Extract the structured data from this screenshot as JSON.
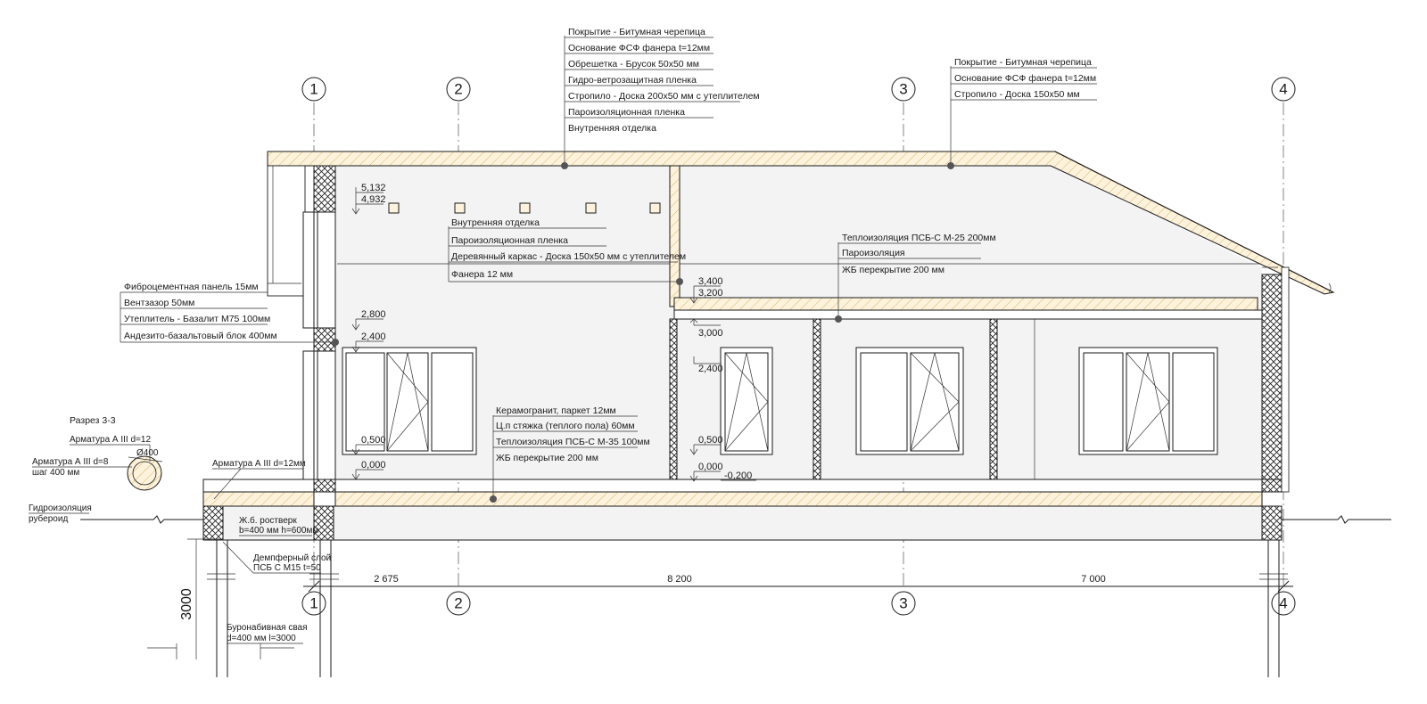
{
  "axes": [
    "1",
    "2",
    "3",
    "4"
  ],
  "roof_left": {
    "items": [
      "Покрытие - Битумная черепица",
      "Основание ФСФ фанера  t=12мм",
      "Обрешетка - Брусок 50х50 мм",
      "Гидро-ветрозащитная пленка",
      "Стропило - Доска 200х50 мм с утеплителем",
      "Пароизоляционная пленка",
      "Внутренняя отделка"
    ]
  },
  "roof_right": {
    "items": [
      "Покрытие - Битумная черепица",
      "Основание ФСФ фанера t=12мм",
      "Стропило - Доска 150х50 мм"
    ]
  },
  "partition": {
    "items": [
      "Внутренняя отделка",
      "Пароизоляционная пленка",
      "Деревянный каркас - Доска 150х50 мм с утеплителем",
      "Фанера 12 мм"
    ]
  },
  "ceiling": {
    "items": [
      "Теплоизоляция ПСБ-С М-25 200мм",
      "Пароизоляция",
      "ЖБ перекрытие 200 мм"
    ]
  },
  "wall": {
    "items": [
      "Фиброцементная панель 15мм",
      "Вентзазор 50мм",
      "Утеплитель - Базалит М75 100мм",
      "Андезито-базальтовый блок 400мм"
    ]
  },
  "floor": {
    "items": [
      "Керамогранит, паркет 12мм",
      "Ц.п стяжка (теплого пола) 60мм",
      "Теплоизоляция ПСБ-С  М-35 100мм",
      "ЖБ перекрытие 200 мм"
    ]
  },
  "elevations": {
    "e5132": "5,132",
    "e4932": "4,932",
    "e2800": "2,800",
    "e2400": "2,400",
    "e0500": "0,500",
    "e0000": "0,000",
    "r3400": "3,400",
    "r3200": "3,200",
    "r3000": "3,000",
    "r2400": "2,400",
    "r0500": "0,500",
    "r0000": "0,000",
    "rm0200": "-0,200"
  },
  "section": {
    "title": "Разрез 3-3",
    "rebar_main": "Арматура А III d=12",
    "diameter": "Ø400",
    "rebar_stirrup_1": "Арматура А III d=8",
    "rebar_stirrup_2": "шаг  400 мм",
    "waterproof_1": "Гидроизоляция",
    "waterproof_2": "рубероид"
  },
  "foundation": {
    "rebar": "Арматура А III d=12мм",
    "grillage_1": "Ж.б. ростверк",
    "grillage_2": "b=400 мм h=600мм",
    "damper_1": "Демпферный слой",
    "damper_2": "ПСБ С М15 t=50",
    "pile_1": "Буронабивная свая",
    "pile_2": "d=400 мм l=3000",
    "pile_height": "3000"
  },
  "dimensions": {
    "d1": "2 675",
    "d2": "8 200",
    "d3": "7 000"
  }
}
